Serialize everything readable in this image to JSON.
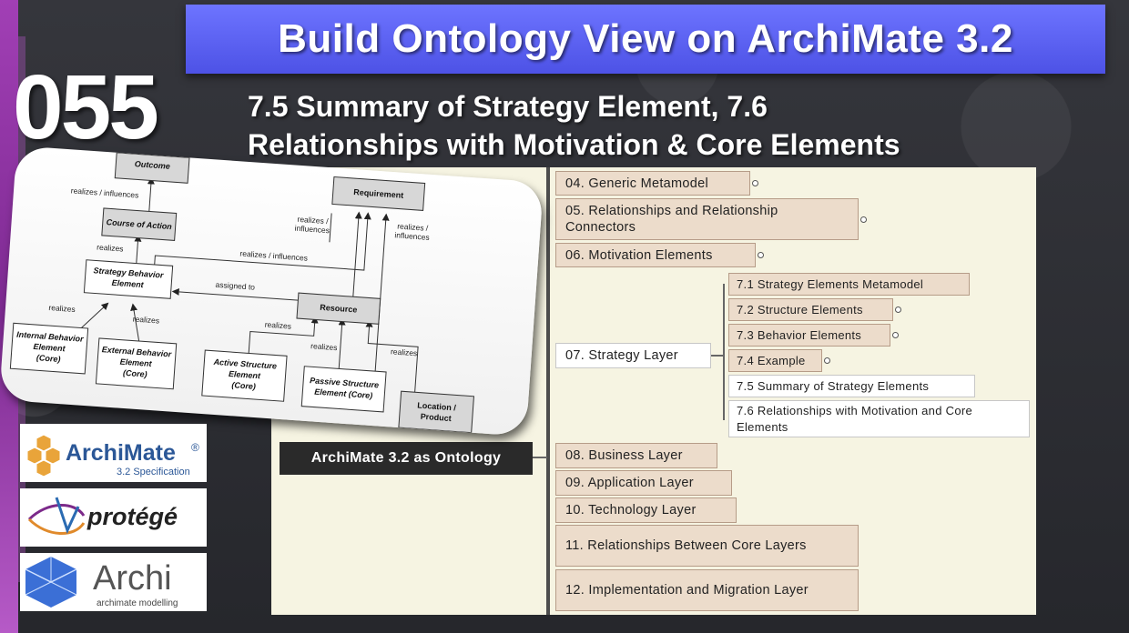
{
  "title": "Build Ontology View on ArchiMate 3.2",
  "episode": "055",
  "subtitle": {
    "line1": "7.5 Summary of Strategy Element, 7.6",
    "line2": "Relationships with Motivation & Core Elements"
  },
  "mindmap": {
    "root": "ArchiMate 3.2 as Ontology",
    "chapters": [
      {
        "label": "04. Generic Metamodel"
      },
      {
        "label": "05. Relationships and Relationship Connectors"
      },
      {
        "label": "06. Motivation Elements"
      },
      {
        "label": "07. Strategy Layer"
      },
      {
        "label": "08. Business Layer"
      },
      {
        "label": "09. Application Layer"
      },
      {
        "label": "10. Technology Layer"
      },
      {
        "label": "11. Relationships Between Core Layers"
      },
      {
        "label": "12. Implementation and Migration Layer"
      }
    ],
    "strategy_children": [
      {
        "label": "7.1 Strategy Elements Metamodel"
      },
      {
        "label": "7.2 Structure Elements"
      },
      {
        "label": "7.3 Behavior Elements"
      },
      {
        "label": "7.4 Example"
      },
      {
        "label": "7.5 Summary of Strategy Elements"
      },
      {
        "label": "7.6 Relationships with Motivation and Core Elements"
      }
    ]
  },
  "diagram": {
    "boxes": {
      "outcome": "Outcome",
      "requirement": "Requirement",
      "course_of_action": "Course of Action",
      "strategy_behavior_1": "Strategy Behavior",
      "strategy_behavior_2": "Element",
      "resource": "Resource",
      "internal_1": "Internal Behavior",
      "internal_2": "Element",
      "internal_3": "(Core)",
      "external_1": "External Behavior",
      "external_2": "Element",
      "external_3": "(Core)",
      "active_1": "Active Structure",
      "active_2": "Element",
      "active_3": "(Core)",
      "passive_1": "Passive Structure",
      "passive_2": "Element (Core)",
      "location_1": "Location /",
      "location_2": "Product"
    },
    "labels": {
      "realizes_influences_1": "realizes / influences",
      "realizes_influences_2a": "realizes /",
      "realizes_influences_2b": "influences",
      "realizes_influences_3a": "realizes /",
      "realizes_influences_3b": "influences",
      "realizes_influences_4": "realizes / influences",
      "realizes_1": "realizes",
      "assigned_to": "assigned to",
      "realizes_2": "realizes",
      "realizes_3": "realizes",
      "realizes_4": "realizes",
      "realizes_5": "realizes",
      "realizes_6": "realizes"
    }
  },
  "logos": {
    "archimate_name": "ArchiMate",
    "archimate_reg": "®",
    "archimate_spec": "3.2 Specification",
    "protege_name": "protégé",
    "archi_name": "Archi",
    "archi_tagline": "archimate modelling"
  },
  "colors": {
    "title_bar": "#5a60f2",
    "node_fill": "#ecdccb",
    "mindmap_bg": "#f6f4e2",
    "accent_purple": "#a13fb5"
  }
}
